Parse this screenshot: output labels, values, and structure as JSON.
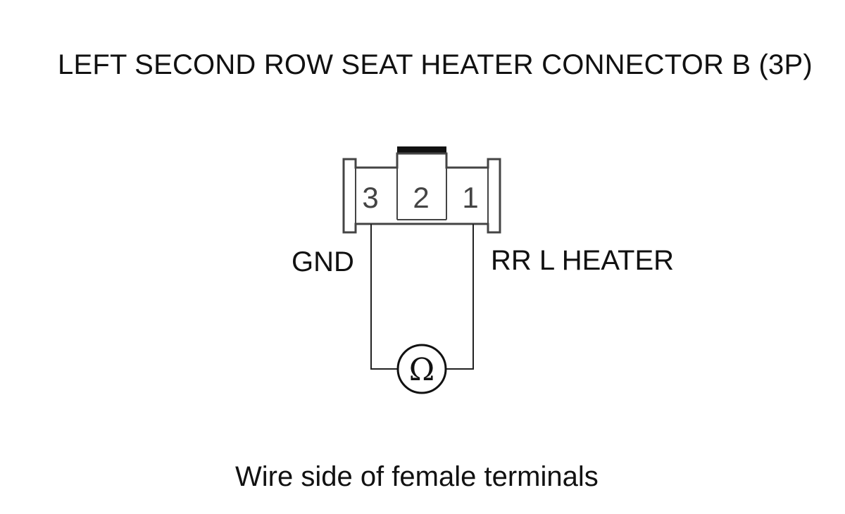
{
  "title": "LEFT SECOND ROW SEAT HEATER CONNECTOR B (3P)",
  "connector": {
    "terminals": [
      "3",
      "2",
      "1"
    ]
  },
  "labels": {
    "left": "GND",
    "right": "RR L HEATER"
  },
  "meter": {
    "symbol": "Ω",
    "icon": "ohmmeter-icon"
  },
  "caption": "Wire side of female terminals"
}
